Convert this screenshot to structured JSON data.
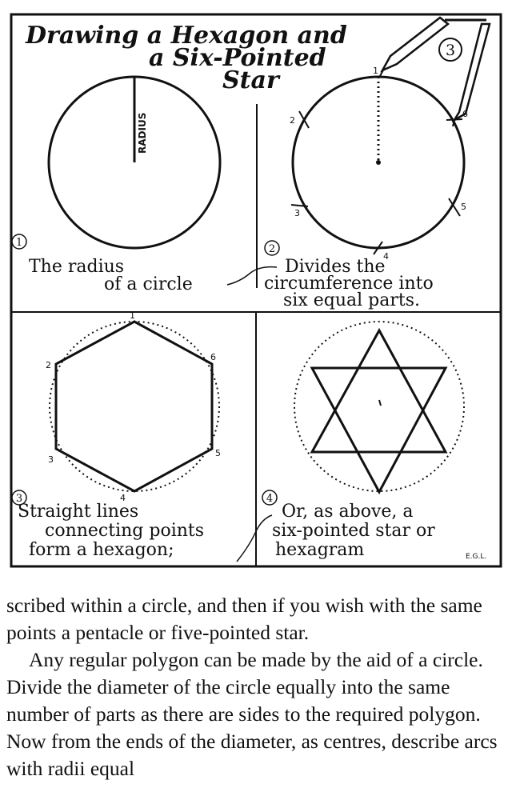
{
  "figure": {
    "title_lines": [
      "Drawing a Hexagon and",
      "a Six-Pointed",
      "Star"
    ],
    "title_badge": "3",
    "panels": [
      {
        "index": "1",
        "label_radius": "RADIUS",
        "caption_lines": [
          "The radius",
          "of a circle"
        ]
      },
      {
        "index": "2",
        "point_labels": [
          "1",
          "2",
          "3",
          "4",
          "5",
          "6"
        ],
        "caption_lines": [
          "Divides the",
          "circumference into",
          "six equal parts."
        ]
      },
      {
        "index": "3",
        "point_labels": [
          "1",
          "2",
          "3",
          "4",
          "5",
          "6"
        ],
        "caption_lines": [
          "Straight lines",
          "connecting points",
          "form a hexagon;"
        ]
      },
      {
        "index": "4",
        "caption_lines": [
          "Or, as above, a",
          "six-pointed star or",
          "hexagram"
        ]
      }
    ],
    "signature": "E.G.L."
  },
  "text": {
    "paragraph_1": "scribed within a circle, and then if you wish with the same points a pentacle or five-pointed star.",
    "paragraph_2": "Any regular polygon can be made by the aid of a circle. Divide the diameter of the circle equally into the same number of parts as there are sides to the required polygon. Now from the ends of the diameter, as centres, describe arcs with radii equal"
  }
}
